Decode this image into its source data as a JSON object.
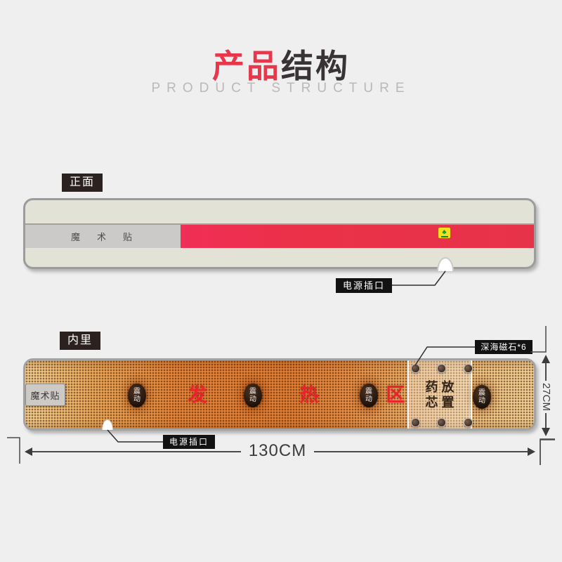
{
  "header": {
    "title_red": "产品",
    "title_dark": "结构",
    "subtitle": "PRODUCT STRUCTURE"
  },
  "front_view": {
    "section_label": "正面",
    "velcro_label": "魔术贴",
    "power_label": "电源插口",
    "logo_icon": "♣"
  },
  "inner_view": {
    "section_label": "内里",
    "velcro_label": "魔术贴",
    "magnet_label": "深海磁石*6",
    "power_label": "电源插口",
    "vibration_label": "震动",
    "heating_chars": [
      "发",
      "热",
      "区"
    ],
    "medicine_line1": "药放",
    "medicine_line2": "芯置",
    "magnet_count": 6
  },
  "dimensions": {
    "width": "130CM",
    "height": "27CM"
  },
  "colors": {
    "accent_red": "#e8374a",
    "band_red": "#ee3050",
    "belt_cream": "#e3e2d6",
    "inner_orange": "#e78438",
    "tag_dark": "#2b2220",
    "background": "#efeff0"
  }
}
